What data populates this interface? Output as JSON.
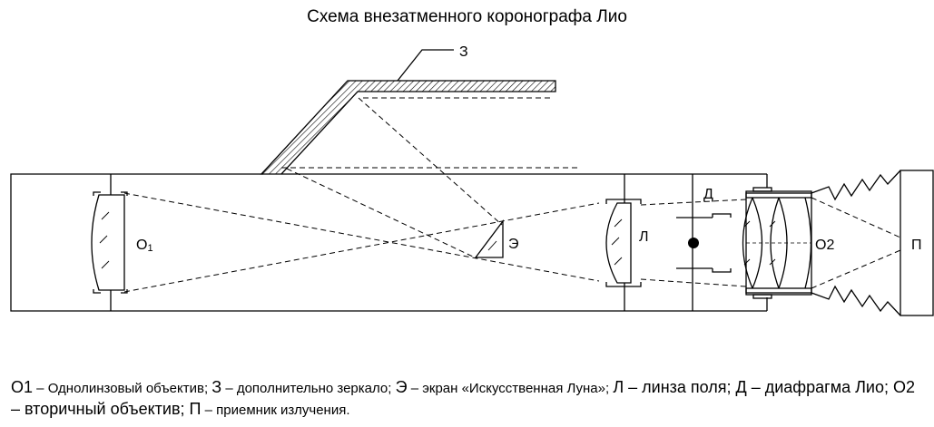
{
  "title": "Схема внезатменного коронографа Лио",
  "labels": {
    "o1_main": "O",
    "o1_sub": "1",
    "z": "З",
    "e": "Э",
    "l": "Л",
    "d": "Д",
    "o2": "O2",
    "p": "П"
  },
  "legend": [
    {
      "key": "O1",
      "sep": " – ",
      "text": "Однолинзовый объектив",
      "end": "; ",
      "small": true
    },
    {
      "key": "З",
      "sep": " – ",
      "text": "дополнительно зеркало",
      "end": "; ",
      "small": true
    },
    {
      "key": "Э",
      "sep": " – ",
      "text": "экран «Искусственная Луна»",
      "end": "; ",
      "small": true
    },
    {
      "key": "Л",
      "sep": " – ",
      "text": "линза поля",
      "end": "; ",
      "small": false
    },
    {
      "key": "Д",
      "sep": " – ",
      "text": "диафрагма Лио",
      "end": "; ",
      "small": false
    },
    {
      "key": "O2",
      "sep": " – ",
      "text": "вторичный объектив",
      "end": "; ",
      "small": false
    },
    {
      "key": "П",
      "sep": " – ",
      "text": "приемник излучения.",
      "end": "",
      "small": true
    }
  ]
}
